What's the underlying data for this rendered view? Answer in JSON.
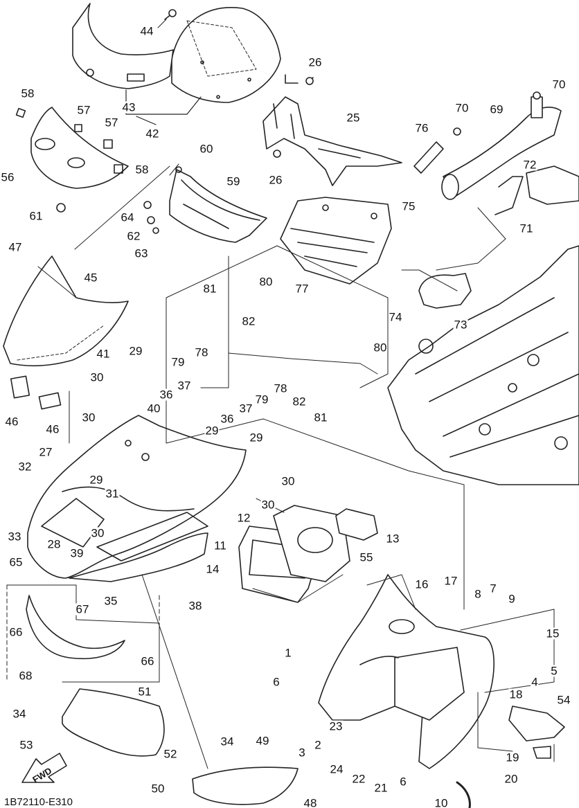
{
  "drawing_code": "1B72110-E310",
  "fwd_label": "FWD",
  "callouts": [
    {
      "id": "c1",
      "text": "1"
    },
    {
      "id": "c2",
      "text": "2"
    },
    {
      "id": "c3",
      "text": "3"
    },
    {
      "id": "c4",
      "text": "4"
    },
    {
      "id": "c5",
      "text": "5"
    },
    {
      "id": "c6a",
      "text": "6"
    },
    {
      "id": "c6b",
      "text": "6"
    },
    {
      "id": "c7",
      "text": "7"
    },
    {
      "id": "c8",
      "text": "8"
    },
    {
      "id": "c9",
      "text": "9"
    },
    {
      "id": "c10",
      "text": "10"
    },
    {
      "id": "c11",
      "text": "11"
    },
    {
      "id": "c12",
      "text": "12"
    },
    {
      "id": "c13",
      "text": "13"
    },
    {
      "id": "c14",
      "text": "14"
    },
    {
      "id": "c15",
      "text": "15"
    },
    {
      "id": "c16",
      "text": "16"
    },
    {
      "id": "c17",
      "text": "17"
    },
    {
      "id": "c18",
      "text": "18"
    },
    {
      "id": "c19",
      "text": "19"
    },
    {
      "id": "c20",
      "text": "20"
    },
    {
      "id": "c21",
      "text": "21"
    },
    {
      "id": "c22",
      "text": "22"
    },
    {
      "id": "c23",
      "text": "23"
    },
    {
      "id": "c24",
      "text": "24"
    },
    {
      "id": "c25",
      "text": "25"
    },
    {
      "id": "c26a",
      "text": "26"
    },
    {
      "id": "c26b",
      "text": "26"
    },
    {
      "id": "c27",
      "text": "27"
    },
    {
      "id": "c28",
      "text": "28"
    },
    {
      "id": "c29a",
      "text": "29"
    },
    {
      "id": "c29b",
      "text": "29"
    },
    {
      "id": "c29c",
      "text": "29"
    },
    {
      "id": "c29d",
      "text": "29"
    },
    {
      "id": "c30a",
      "text": "30"
    },
    {
      "id": "c30b",
      "text": "30"
    },
    {
      "id": "c30c",
      "text": "30"
    },
    {
      "id": "c30d",
      "text": "30"
    },
    {
      "id": "c30e",
      "text": "30"
    },
    {
      "id": "c31",
      "text": "31"
    },
    {
      "id": "c32",
      "text": "32"
    },
    {
      "id": "c33",
      "text": "33"
    },
    {
      "id": "c34a",
      "text": "34"
    },
    {
      "id": "c34b",
      "text": "34"
    },
    {
      "id": "c35",
      "text": "35"
    },
    {
      "id": "c36a",
      "text": "36"
    },
    {
      "id": "c36b",
      "text": "36"
    },
    {
      "id": "c37a",
      "text": "37"
    },
    {
      "id": "c37b",
      "text": "37"
    },
    {
      "id": "c38",
      "text": "38"
    },
    {
      "id": "c39",
      "text": "39"
    },
    {
      "id": "c40",
      "text": "40"
    },
    {
      "id": "c41",
      "text": "41"
    },
    {
      "id": "c42",
      "text": "42"
    },
    {
      "id": "c43",
      "text": "43"
    },
    {
      "id": "c44",
      "text": "44"
    },
    {
      "id": "c45",
      "text": "45"
    },
    {
      "id": "c46a",
      "text": "46"
    },
    {
      "id": "c46b",
      "text": "46"
    },
    {
      "id": "c47",
      "text": "47"
    },
    {
      "id": "c48",
      "text": "48"
    },
    {
      "id": "c49",
      "text": "49"
    },
    {
      "id": "c50",
      "text": "50"
    },
    {
      "id": "c51",
      "text": "51"
    },
    {
      "id": "c52",
      "text": "52"
    },
    {
      "id": "c53",
      "text": "53"
    },
    {
      "id": "c54",
      "text": "54"
    },
    {
      "id": "c55",
      "text": "55"
    },
    {
      "id": "c56",
      "text": "56"
    },
    {
      "id": "c57a",
      "text": "57"
    },
    {
      "id": "c57b",
      "text": "57"
    },
    {
      "id": "c58a",
      "text": "58"
    },
    {
      "id": "c58b",
      "text": "58"
    },
    {
      "id": "c59",
      "text": "59"
    },
    {
      "id": "c60",
      "text": "60"
    },
    {
      "id": "c61",
      "text": "61"
    },
    {
      "id": "c62",
      "text": "62"
    },
    {
      "id": "c63",
      "text": "63"
    },
    {
      "id": "c64",
      "text": "64"
    },
    {
      "id": "c65",
      "text": "65"
    },
    {
      "id": "c66a",
      "text": "66"
    },
    {
      "id": "c66b",
      "text": "66"
    },
    {
      "id": "c67",
      "text": "67"
    },
    {
      "id": "c68",
      "text": "68"
    },
    {
      "id": "c69",
      "text": "69"
    },
    {
      "id": "c70a",
      "text": "70"
    },
    {
      "id": "c70b",
      "text": "70"
    },
    {
      "id": "c71",
      "text": "71"
    },
    {
      "id": "c72",
      "text": "72"
    },
    {
      "id": "c73",
      "text": "73"
    },
    {
      "id": "c74",
      "text": "74"
    },
    {
      "id": "c75",
      "text": "75"
    },
    {
      "id": "c76",
      "text": "76"
    },
    {
      "id": "c77",
      "text": "77"
    },
    {
      "id": "c78a",
      "text": "78"
    },
    {
      "id": "c78b",
      "text": "78"
    },
    {
      "id": "c79a",
      "text": "79"
    },
    {
      "id": "c79b",
      "text": "79"
    },
    {
      "id": "c80a",
      "text": "80"
    },
    {
      "id": "c80b",
      "text": "80"
    },
    {
      "id": "c81a",
      "text": "81"
    },
    {
      "id": "c81b",
      "text": "81"
    },
    {
      "id": "c82a",
      "text": "82"
    },
    {
      "id": "c82b",
      "text": "82"
    }
  ]
}
